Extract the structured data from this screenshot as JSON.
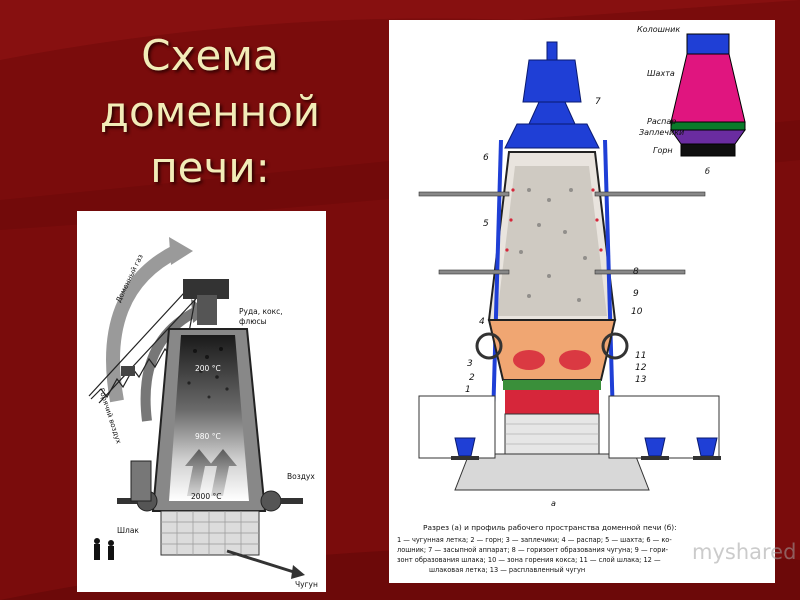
{
  "slide": {
    "title_lines": [
      "Схема",
      "доменной",
      "печи:"
    ],
    "background_color": "#7a0c0c",
    "title_color": "#f2ecb8"
  },
  "left_diagram": {
    "labels": {
      "gas": "Доменный газ",
      "charge": "Руда, кокс,",
      "charge2": "флюсы",
      "hot_air": "Горячий воздух",
      "t200": "200 °C",
      "t980": "980 °C",
      "t2000": "2000 °C",
      "air": "Воздух",
      "slag": "Шлак",
      "iron": "Чугун"
    }
  },
  "right_diagram": {
    "profile_zones": [
      "Колошник",
      "Шахта",
      "Распар",
      "Заплечики",
      "Горн"
    ],
    "profile_letter": "б",
    "section_letter": "а",
    "zone_colors": {
      "throat": "#1f3fd6",
      "shaft": "#e0157f",
      "belly": "#0a7a2a",
      "bosh": "#6a2ca0",
      "hearth": "#0f0f0f"
    },
    "numbers": [
      "1",
      "2",
      "3",
      "4",
      "5",
      "6",
      "7",
      "8",
      "9",
      "10",
      "11",
      "12",
      "13"
    ],
    "caption_lines": [
      "Разрез (а) и профиль рабочего пространства доменной печи (б):",
      "1 — чугунная летка; 2 — горн; 3 — заплечики; 4 — распар; 5 — шахта; 6 — ко-",
      "лошник; 7 — засыпной аппарат; 8 — горизонт образования чугуна; 9 — гори-",
      "зонт образования шлака; 10 — зона горения кокса; 11 — слой шлака; 12 —",
      "шлаковая летка; 13 — расплавленный чугун"
    ]
  },
  "watermark": "myshared"
}
